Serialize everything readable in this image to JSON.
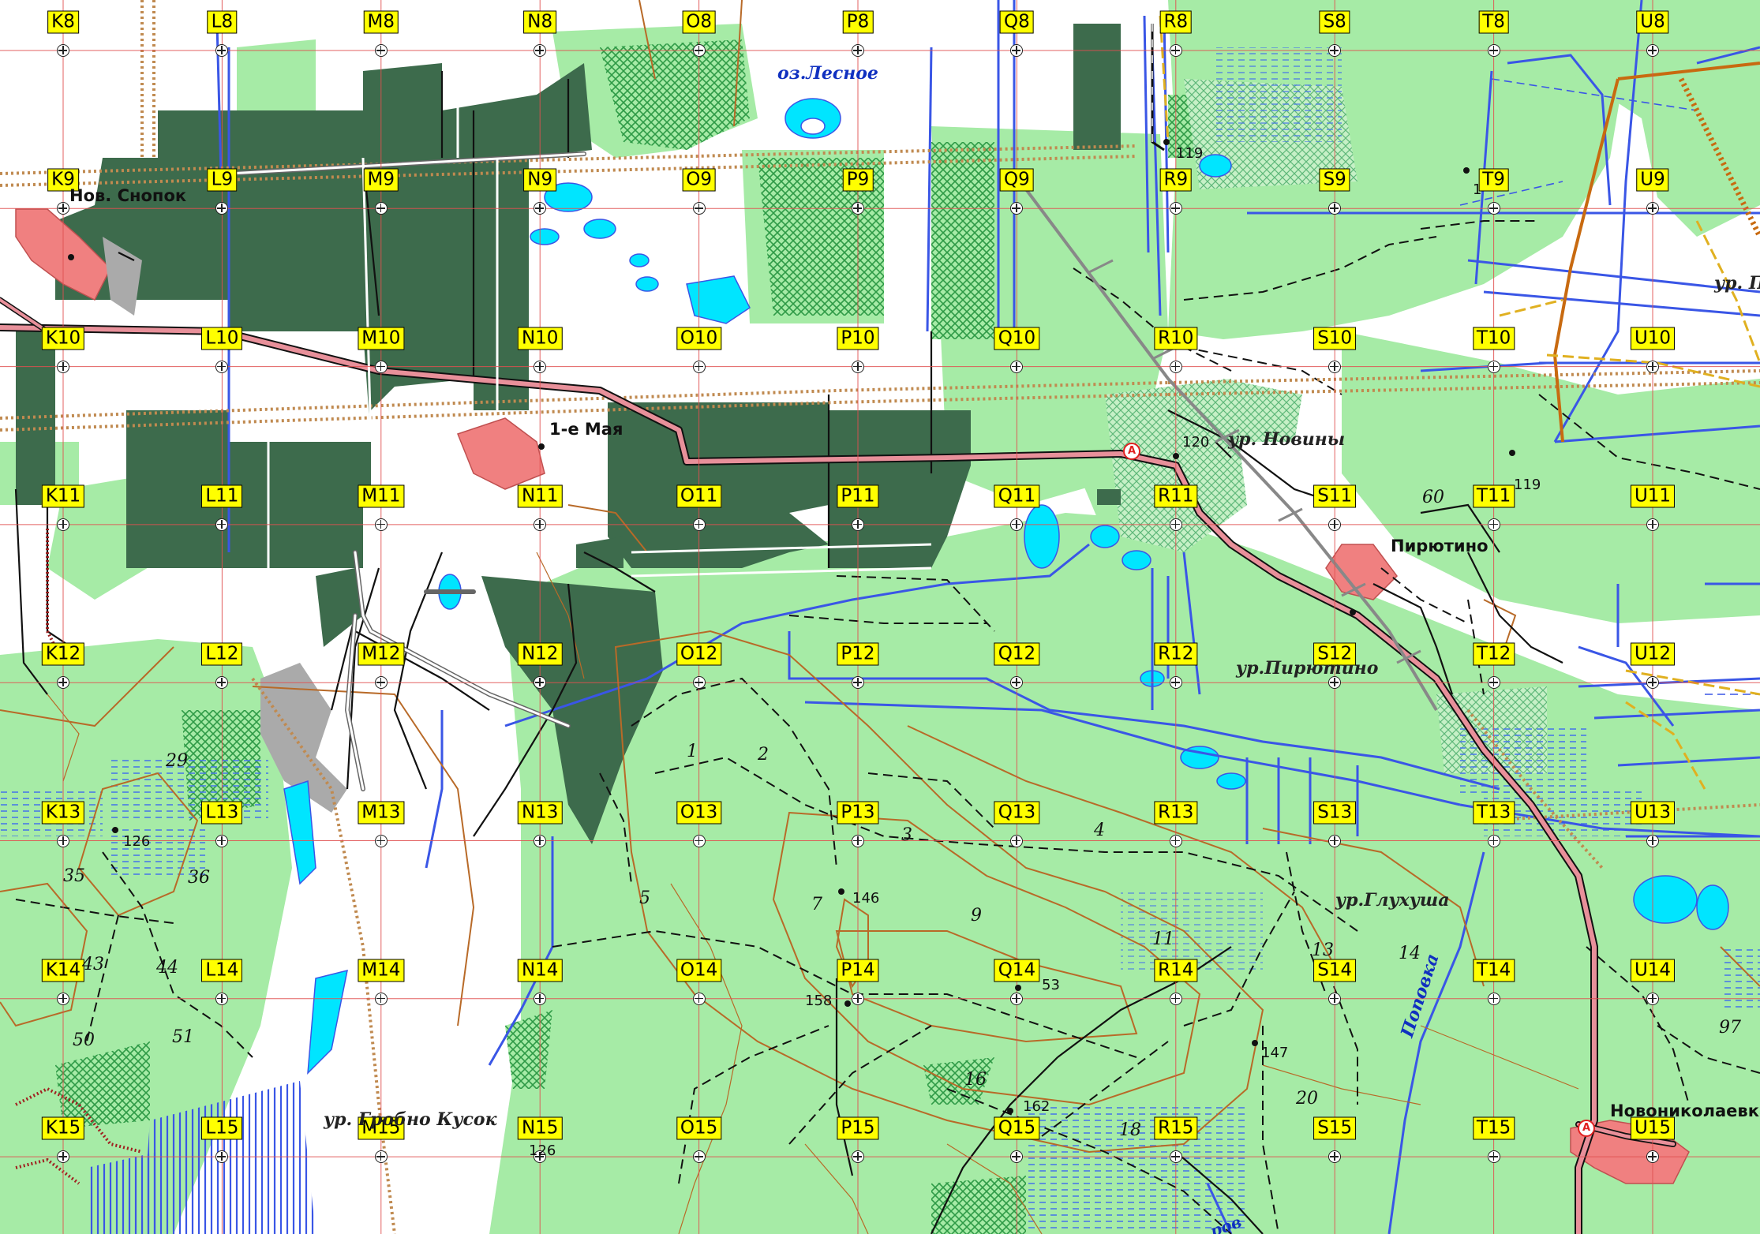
{
  "map": {
    "columns": [
      "K",
      "L",
      "M",
      "N",
      "O",
      "P",
      "Q",
      "R",
      "S",
      "T",
      "U"
    ],
    "rows": [
      8,
      9,
      10,
      11,
      12,
      13,
      14,
      15
    ],
    "colors": {
      "forest": "#a6eba6",
      "dense_forest": "#3d6b4c",
      "water": "#00e5ff",
      "river": "#3a56e6",
      "road": "#e8909a",
      "settlement": "#f08080",
      "grid": "#e05050",
      "label_bg": "#ffff00",
      "open_land": "#ffffff"
    },
    "settlements": [
      {
        "id": "nov-snopok",
        "name": "Нов. Снопок"
      },
      {
        "id": "pervoe-maya",
        "name": "1-е Мая"
      },
      {
        "id": "pirjutino",
        "name": "Пирютино"
      },
      {
        "id": "novonikolaevka",
        "name": "Новониколаевка"
      }
    ],
    "tracts": [
      {
        "id": "novin",
        "name": "ур. Новины"
      },
      {
        "id": "pirjutino",
        "name": "ур.Пирютино"
      },
      {
        "id": "gluhusha",
        "name": "ур.Глухуша"
      },
      {
        "id": "kusok",
        "name": "ур. Гробно Кусок"
      },
      {
        "id": "p",
        "name": "ур. П"
      }
    ],
    "water_names": [
      {
        "id": "lesnoe",
        "name": "оз.Лесное"
      },
      {
        "id": "popovka",
        "name": "Поповка"
      },
      {
        "id": "rov",
        "name": "ров"
      }
    ],
    "elevations": [
      {
        "id": "e119a",
        "value": "119"
      },
      {
        "id": "e120",
        "value": "120"
      },
      {
        "id": "e119b",
        "value": "119"
      },
      {
        "id": "e126a",
        "value": "126"
      },
      {
        "id": "e146",
        "value": "146"
      },
      {
        "id": "e158",
        "value": "158"
      },
      {
        "id": "e153",
        "value": "53"
      },
      {
        "id": "e147",
        "value": "147"
      },
      {
        "id": "e162",
        "value": "162"
      },
      {
        "id": "e126b",
        "value": "126"
      },
      {
        "id": "e1",
        "value": "1"
      }
    ],
    "blocks": [
      "1",
      "2",
      "3",
      "4",
      "5",
      "7",
      "9",
      "11",
      "13",
      "14",
      "16",
      "18",
      "20",
      "29",
      "35",
      "36",
      "43",
      "44",
      "50",
      "51",
      "60",
      "97"
    ],
    "road_signs": [
      {
        "id": "a1",
        "text": "A"
      },
      {
        "id": "a2",
        "text": "A"
      }
    ]
  }
}
